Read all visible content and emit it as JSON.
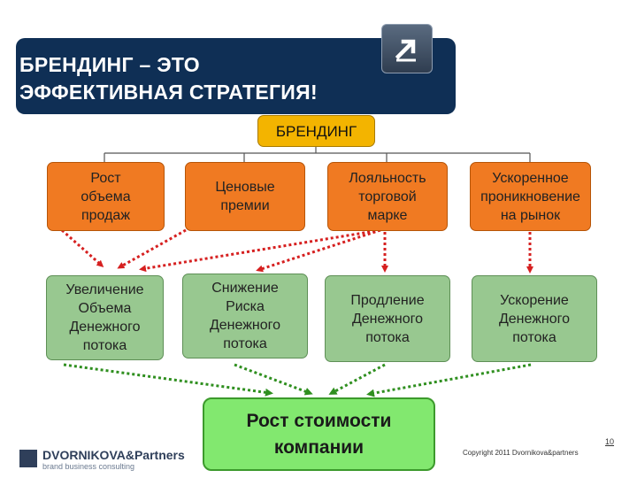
{
  "title": {
    "line1": "БРЕНДИНГ – ЭТО",
    "line2": "ЭФФЕКТИВНАЯ СТРАТЕГИЯ!"
  },
  "corner_icon": "arrow-up-right-icon",
  "root": "БРЕНДИНГ",
  "level1": [
    {
      "lines": [
        "Рост",
        "объема",
        "продаж"
      ]
    },
    {
      "lines": [
        "Ценовые",
        "премии"
      ]
    },
    {
      "lines": [
        "Лояльность",
        "торговой",
        "марке"
      ]
    },
    {
      "lines": [
        "Ускоренное",
        "проникновение",
        "на рынок"
      ]
    }
  ],
  "level2": [
    {
      "lines": [
        "Увеличение",
        "Объема",
        "Денежного",
        "потока"
      ]
    },
    {
      "lines": [
        "Снижение",
        "Риска",
        "Денежного",
        "потока"
      ]
    },
    {
      "lines": [
        "Продление",
        "Денежного",
        "потока"
      ]
    },
    {
      "lines": [
        "Ускорение",
        "Денежного",
        "потока"
      ]
    }
  ],
  "final": {
    "lines": [
      "Рост стоимости",
      "компании"
    ]
  },
  "footer": {
    "logo_name": "DVORNIKOVA&Partners",
    "logo_tagline": "brand business consulting",
    "copyright": "Copyright 2011 Dvornikova&partners",
    "page_number": "10"
  },
  "colors": {
    "banner": "#0f2f55",
    "root": "#f3b400",
    "level1": "#f07a22",
    "level2": "#98c890",
    "final": "#82e86f",
    "arrow_red": "#d62020",
    "arrow_green": "#2f8f1f"
  }
}
